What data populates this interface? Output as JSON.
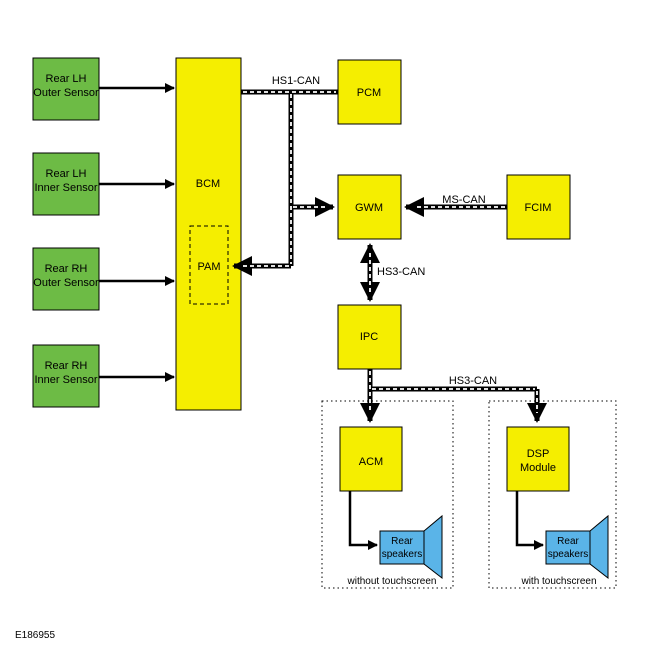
{
  "colors": {
    "module": "#f5ee00",
    "sensor": "#6dbb45",
    "speaker": "#5ab4e8",
    "line": "#000000",
    "bus_dash": "#ffffff",
    "background": "#ffffff"
  },
  "sensors": {
    "rear_lh_outer": {
      "line1": "Rear LH",
      "line2": "Outer Sensor"
    },
    "rear_lh_inner": {
      "line1": "Rear LH",
      "line2": "Inner Sensor"
    },
    "rear_rh_outer": {
      "line1": "Rear RH",
      "line2": "Outer Sensor"
    },
    "rear_rh_inner": {
      "line1": "Rear RH",
      "line2": "Inner Sensor"
    }
  },
  "modules": {
    "bcm": "BCM",
    "pam": "PAM",
    "pcm": "PCM",
    "gwm": "GWM",
    "fcim": "FCIM",
    "ipc": "IPC",
    "acm": "ACM",
    "dsp": {
      "line1": "DSP",
      "line2": "Module"
    }
  },
  "buses": {
    "hs1_can": "HS1-CAN",
    "ms_can": "MS-CAN",
    "hs3_can_vertical": "HS3-CAN",
    "hs3_can_horizontal": "HS3-CAN"
  },
  "speakers": {
    "left": {
      "line1": "Rear",
      "line2": "speakers"
    },
    "right": {
      "line1": "Rear",
      "line2": "speakers"
    }
  },
  "groups": {
    "without_touchscreen": "without touchscreen",
    "with_touchscreen": "with touchscreen"
  },
  "figure_id": "E186955"
}
